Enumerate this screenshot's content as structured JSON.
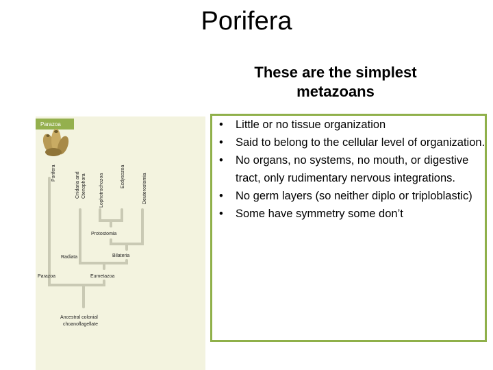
{
  "title": "Porifera",
  "subtitle": "These are the simplest metazoans",
  "bullets": [
    "Little or no tissue organization",
    "Said to belong to the cellular level of organization.",
    "No organs, no systems, no mouth, or digestive tract, only rudimentary nervous integrations.",
    "No germ layers (so neither diplo or triploblastic)",
    "Some have symmetry some don’t"
  ],
  "tree": {
    "tab_label": "Parazoa",
    "leaves": [
      "Porifera",
      "Cnidaria and",
      "Ctenophora",
      "Lophotrochozoa",
      "Ecdysozoa",
      "Deuterostomia"
    ],
    "nodes": {
      "protostomia": "Protostomia",
      "bilateria": "Bilateria",
      "radiata": "Radiata",
      "eumetazoa": "Eumetazoa",
      "parazoa": "Parazoa",
      "ancestor_line1": "Ancestral colonial",
      "ancestor_line2": "choanoflagellate"
    }
  },
  "colors": {
    "panel": "#f3f3df",
    "branch": "#c9c9b4",
    "tab": "#94b04e",
    "box_border": "#8fb04a"
  }
}
